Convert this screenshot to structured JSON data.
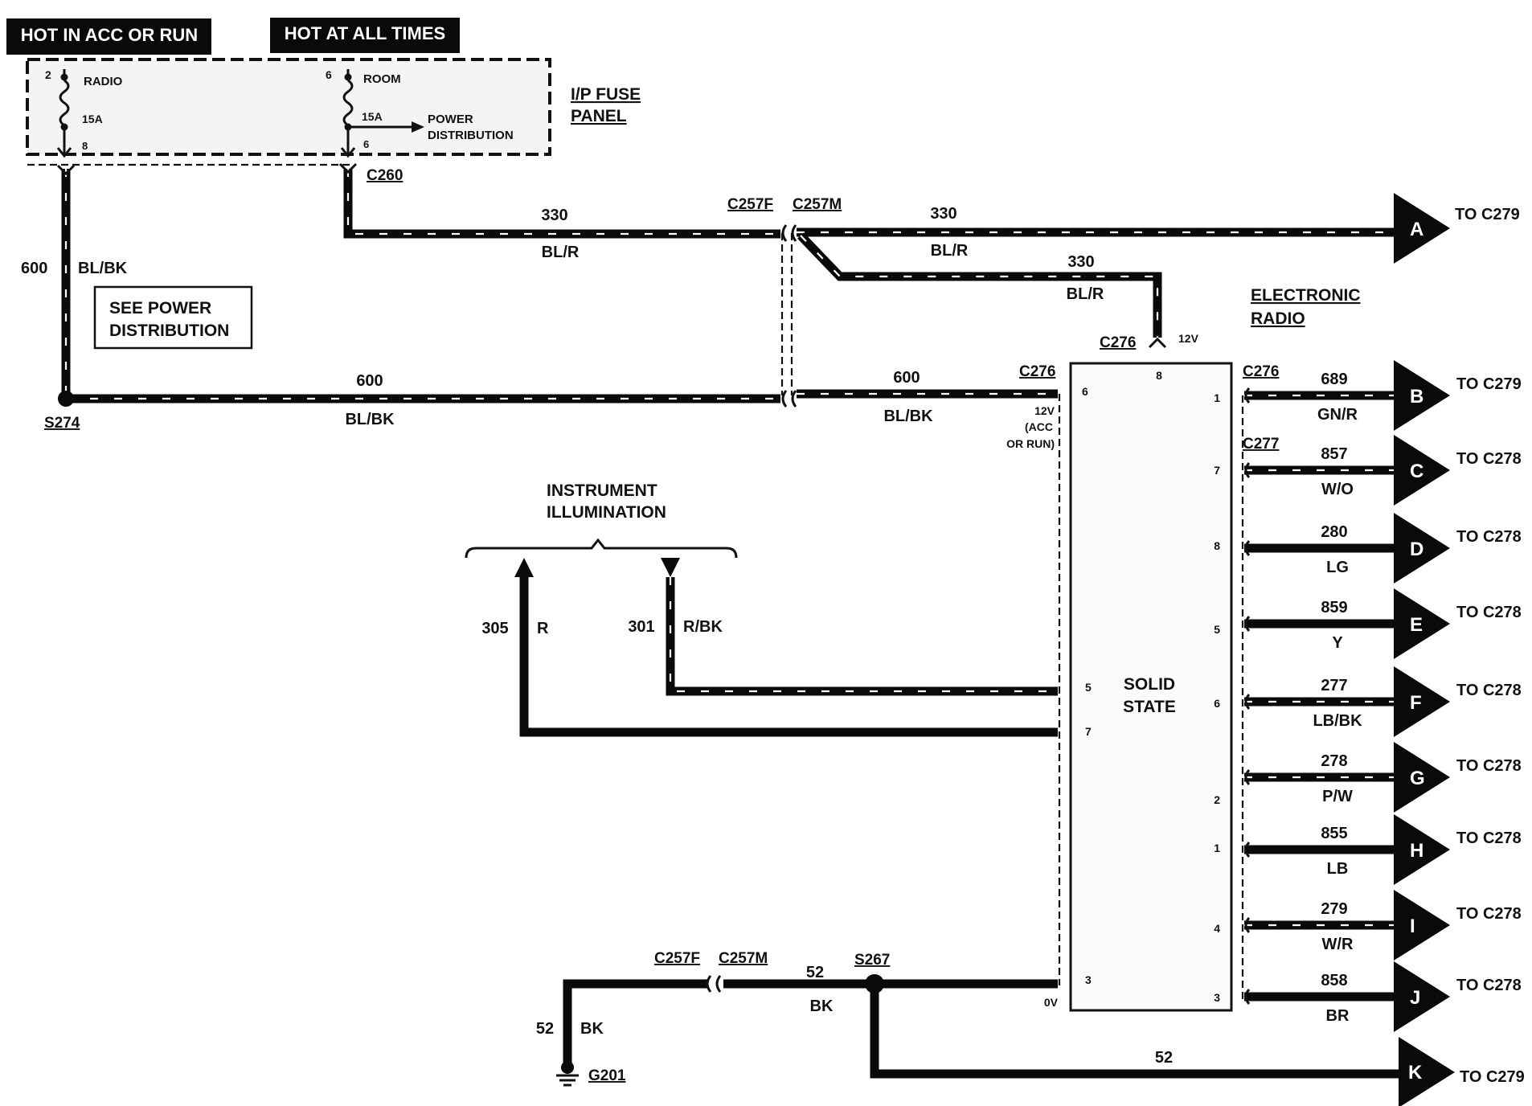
{
  "header": {
    "hot_acc_run": "HOT IN ACC OR RUN",
    "hot_all_times": "HOT AT ALL TIMES"
  },
  "fuse_panel": {
    "title_line1": "I/P FUSE",
    "title_line2": "PANEL",
    "radio_fuse": {
      "pin_in": "2",
      "name": "RADIO",
      "rating": "15A",
      "pin_out": "8"
    },
    "room_fuse": {
      "pin_in": "6",
      "name": "ROOM",
      "rating": "15A",
      "pin_out": "6"
    },
    "power_dist_line1": "POWER",
    "power_dist_line2": "DISTRIBUTION"
  },
  "connectors": {
    "c260": "C260",
    "c257f_top": "C257F",
    "c257m_top": "C257M",
    "c276_top": "C276",
    "c276_left": "C276",
    "c276_right": "C276",
    "c277": "C277",
    "c257f_bottom": "C257F",
    "c257m_bottom": "C257M",
    "s274": "S274",
    "s267": "S267",
    "g201": "G201"
  },
  "wires": {
    "w600_vert_num": "600",
    "w600_vert_color": "BL/BK",
    "w330_a_num": "330",
    "w330_a_color": "BL/R",
    "w330_b_num": "330",
    "w330_b_color": "BL/R",
    "w330_c_num": "330",
    "w330_c_color": "BL/R",
    "w600_h1_num": "600",
    "w600_h1_color": "BL/BK",
    "w600_h2_num": "600",
    "w600_h2_color": "BL/BK",
    "w305_num": "305",
    "w305_color": "R",
    "w301_num": "301",
    "w301_color": "R/BK",
    "w52_h_num": "52",
    "w52_h_color": "BK",
    "w52_v_num": "52",
    "w52_v_color": "BK",
    "w52_k_num": "52"
  },
  "labels": {
    "see_power_line1": "SEE POWER",
    "see_power_line2": "DISTRIBUTION",
    "instr_line1": "INSTRUMENT",
    "instr_line2": "ILLUMINATION",
    "electronic_line1": "ELECTRONIC",
    "electronic_line2": "RADIO",
    "volt_12v_top": "12V",
    "volt_12v_left": "12V",
    "acc_line1": "(ACC",
    "acc_line2": "OR RUN)",
    "volt_0v": "0V",
    "solid_line1": "SOLID",
    "solid_line2": "STATE"
  },
  "radio_pins": {
    "top": "8",
    "left_6": "6",
    "left_5": "5",
    "left_7": "7",
    "left_3": "3"
  },
  "arrows": {
    "a": {
      "letter": "A",
      "dest": "TO C279"
    },
    "k": {
      "letter": "K",
      "dest": "TO C279"
    }
  },
  "outputs": [
    {
      "pin": "1",
      "wire": "689",
      "color": "GN/R",
      "letter": "B",
      "dest": "TO C279"
    },
    {
      "pin": "7",
      "wire": "857",
      "color": "W/O",
      "letter": "C",
      "dest": "TO C278"
    },
    {
      "pin": "8",
      "wire": "280",
      "color": "LG",
      "letter": "D",
      "dest": "TO C278"
    },
    {
      "pin": "5",
      "wire": "859",
      "color": "Y",
      "letter": "E",
      "dest": "TO C278"
    },
    {
      "pin": "6",
      "wire": "277",
      "color": "LB/BK",
      "letter": "F",
      "dest": "TO C278"
    },
    {
      "pin": "2",
      "wire": "278",
      "color": "P/W",
      "letter": "G",
      "dest": "TO C278"
    },
    {
      "pin": "1",
      "wire": "855",
      "color": "LB",
      "letter": "H",
      "dest": "TO C278"
    },
    {
      "pin": "4",
      "wire": "279",
      "color": "W/R",
      "letter": "I",
      "dest": "TO C278"
    },
    {
      "pin": "3",
      "wire": "858",
      "color": "BR",
      "letter": "J",
      "dest": "TO C278"
    }
  ]
}
